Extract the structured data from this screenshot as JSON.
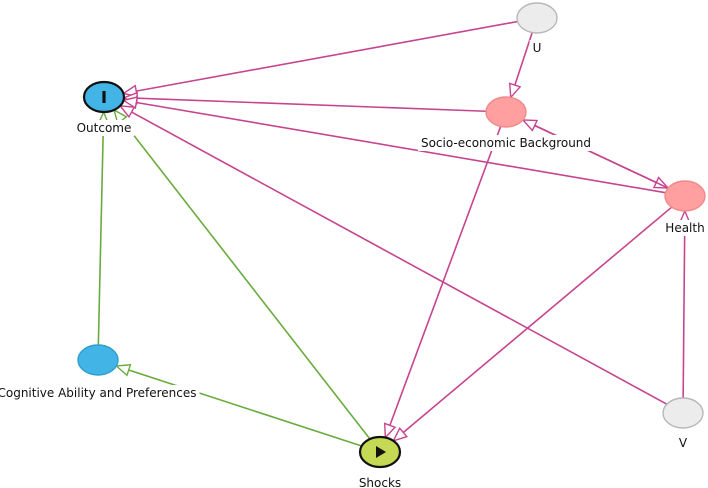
{
  "diagram": {
    "nodes": [
      {
        "id": "outcome",
        "label": "Outcome",
        "fill": "#43b4e6",
        "stroke": "#111111",
        "role": "outcome",
        "icon": "bar-icon"
      },
      {
        "id": "u",
        "label": "U",
        "fill": "#ececec",
        "stroke": "#b8b8b8",
        "role": "latent"
      },
      {
        "id": "ses",
        "label": "Socio-economic Background",
        "fill": "#ff9f9f",
        "stroke": "#ef8a8a",
        "role": "ancestor"
      },
      {
        "id": "health",
        "label": "Health",
        "fill": "#ff9f9f",
        "stroke": "#ef8a8a",
        "role": "ancestor"
      },
      {
        "id": "cog",
        "label": "Cognitive Ability and Preferences",
        "fill": "#43b4e6",
        "stroke": "#2d9fcf",
        "role": "outcome-ancestor"
      },
      {
        "id": "v",
        "label": "V",
        "fill": "#ececec",
        "stroke": "#b8b8b8",
        "role": "latent"
      },
      {
        "id": "shocks",
        "label": "Shocks",
        "fill": "#c5d954",
        "stroke": "#111111",
        "role": "exposure",
        "icon": "play-icon"
      }
    ],
    "edges": [
      {
        "from": "u",
        "to": "outcome",
        "color": "#c7448f"
      },
      {
        "from": "u",
        "to": "ses",
        "color": "#c7448f"
      },
      {
        "from": "ses",
        "to": "outcome",
        "color": "#c7448f"
      },
      {
        "from": "health",
        "to": "outcome",
        "color": "#c7448f"
      },
      {
        "from": "v",
        "to": "outcome",
        "color": "#c7448f"
      },
      {
        "from": "ses",
        "to": "health",
        "color": "#c7448f"
      },
      {
        "from": "health",
        "to": "ses",
        "color": "#c7448f"
      },
      {
        "from": "ses",
        "to": "shocks",
        "color": "#c7448f"
      },
      {
        "from": "health",
        "to": "shocks",
        "color": "#c7448f"
      },
      {
        "from": "v",
        "to": "health",
        "color": "#c7448f"
      },
      {
        "from": "cog",
        "to": "outcome",
        "color": "#6aab3f"
      },
      {
        "from": "shocks",
        "to": "outcome",
        "color": "#6aab3f"
      },
      {
        "from": "shocks",
        "to": "cog",
        "color": "#6aab3f"
      }
    ]
  }
}
